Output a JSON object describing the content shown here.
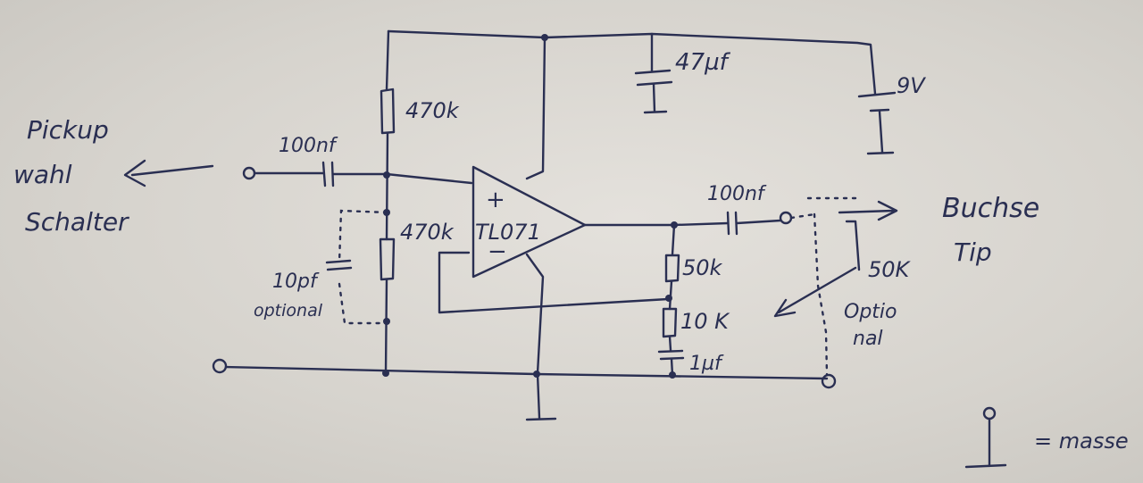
{
  "labels": {
    "input_label_1": "Pickup",
    "input_label_2": "wahl",
    "input_label_3": "Schalter",
    "c_input": "100nf",
    "r_bias_top": "470k",
    "r_bias_bottom": "470k",
    "c_optional": "10pf",
    "c_optional_note": "optional",
    "opamp_model": "TL071",
    "opamp_plus": "+",
    "opamp_minus": "−",
    "c_supply": "47µf",
    "battery": "9V",
    "c_output": "100nf",
    "output_label_1": "Buchse",
    "output_label_2": "Tip",
    "r_pot": "50K",
    "pot_note_1": "Optio",
    "pot_note_2": "nal",
    "r_feedback": "50k",
    "r_gain": "10 K",
    "c_gain": "1µf",
    "legend_text": "= masse"
  }
}
